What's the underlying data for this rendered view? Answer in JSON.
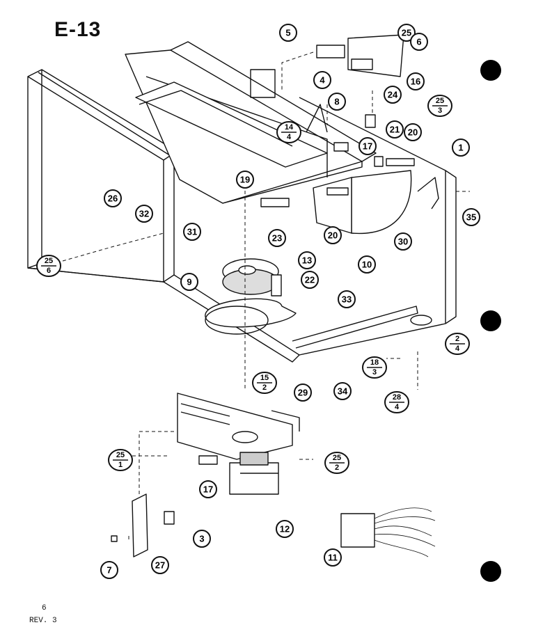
{
  "page_title": "E-13",
  "footer": {
    "page_number": "6",
    "revision": "REV. 3"
  },
  "callouts": [
    {
      "id": "c5",
      "label": "5"
    },
    {
      "id": "c25a",
      "label": "25"
    },
    {
      "id": "c6",
      "label": "6"
    },
    {
      "id": "c4",
      "label": "4"
    },
    {
      "id": "c16",
      "label": "16"
    },
    {
      "id": "c24",
      "label": "24"
    },
    {
      "id": "c8",
      "label": "8"
    },
    {
      "id": "c25-3",
      "num": "25",
      "den": "3"
    },
    {
      "id": "c14-4",
      "num": "14",
      "den": "4"
    },
    {
      "id": "c17a",
      "label": "17"
    },
    {
      "id": "c21",
      "label": "21"
    },
    {
      "id": "c20a",
      "label": "20"
    },
    {
      "id": "c1",
      "label": "1"
    },
    {
      "id": "c19",
      "label": "19"
    },
    {
      "id": "c26",
      "label": "26"
    },
    {
      "id": "c32",
      "label": "32"
    },
    {
      "id": "c35",
      "label": "35"
    },
    {
      "id": "c31",
      "label": "31"
    },
    {
      "id": "c20b",
      "label": "20"
    },
    {
      "id": "c30",
      "label": "30"
    },
    {
      "id": "c23",
      "label": "23"
    },
    {
      "id": "c10",
      "label": "10"
    },
    {
      "id": "c25-6",
      "num": "25",
      "den": "6"
    },
    {
      "id": "c13",
      "label": "13"
    },
    {
      "id": "c9",
      "label": "9"
    },
    {
      "id": "c22",
      "label": "22"
    },
    {
      "id": "c33",
      "label": "33"
    },
    {
      "id": "c2-4",
      "num": "2",
      "den": "4"
    },
    {
      "id": "c18-3",
      "num": "18",
      "den": "3"
    },
    {
      "id": "c34",
      "label": "34"
    },
    {
      "id": "c28-4",
      "num": "28",
      "den": "4"
    },
    {
      "id": "c15-2",
      "num": "15",
      "den": "2"
    },
    {
      "id": "c29",
      "label": "29"
    },
    {
      "id": "c25-1",
      "num": "25",
      "den": "1"
    },
    {
      "id": "c25-2",
      "num": "25",
      "den": "2"
    },
    {
      "id": "c17b",
      "label": "17"
    },
    {
      "id": "c12",
      "label": "12"
    },
    {
      "id": "c3",
      "label": "3"
    },
    {
      "id": "c11",
      "label": "11"
    },
    {
      "id": "c7",
      "label": "7"
    },
    {
      "id": "c27",
      "label": "27"
    }
  ]
}
